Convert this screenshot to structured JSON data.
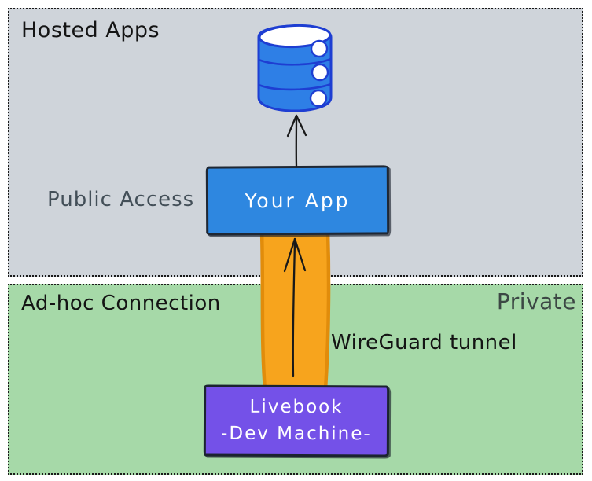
{
  "regions": {
    "hosted_apps": {
      "label": "Hosted Apps",
      "bg": "#cfd4da",
      "label_color": "#141414"
    },
    "adhoc": {
      "label": "Ad-hoc Connection",
      "right_label": "Private",
      "bg": "#a6d9a8",
      "label_color": "#141414",
      "right_label_color": "#3c4744"
    }
  },
  "nodes": {
    "your_app": {
      "label": "Your App",
      "fill": "#2e87e0",
      "border": "#1f2733",
      "text_color": "#ffffff"
    },
    "livebook": {
      "line1": "Livebook",
      "line2": "-Dev Machine-",
      "fill": "#7451e8",
      "border": "#1b2330",
      "text_color": "#ffffff"
    },
    "database": {
      "icon": "database-icon",
      "fill": "#2e7fe6",
      "stroke": "#1e3ed2"
    }
  },
  "annotations": {
    "public_access": {
      "label": "Public Access",
      "color": "#434f58"
    },
    "wireguard": {
      "label": "WireGuard tunnel",
      "color": "#141414"
    }
  },
  "connector": {
    "tunnel_fill": "#f7a41d",
    "tunnel_stroke": "#e18c0b",
    "arrow_color": "#191919"
  }
}
